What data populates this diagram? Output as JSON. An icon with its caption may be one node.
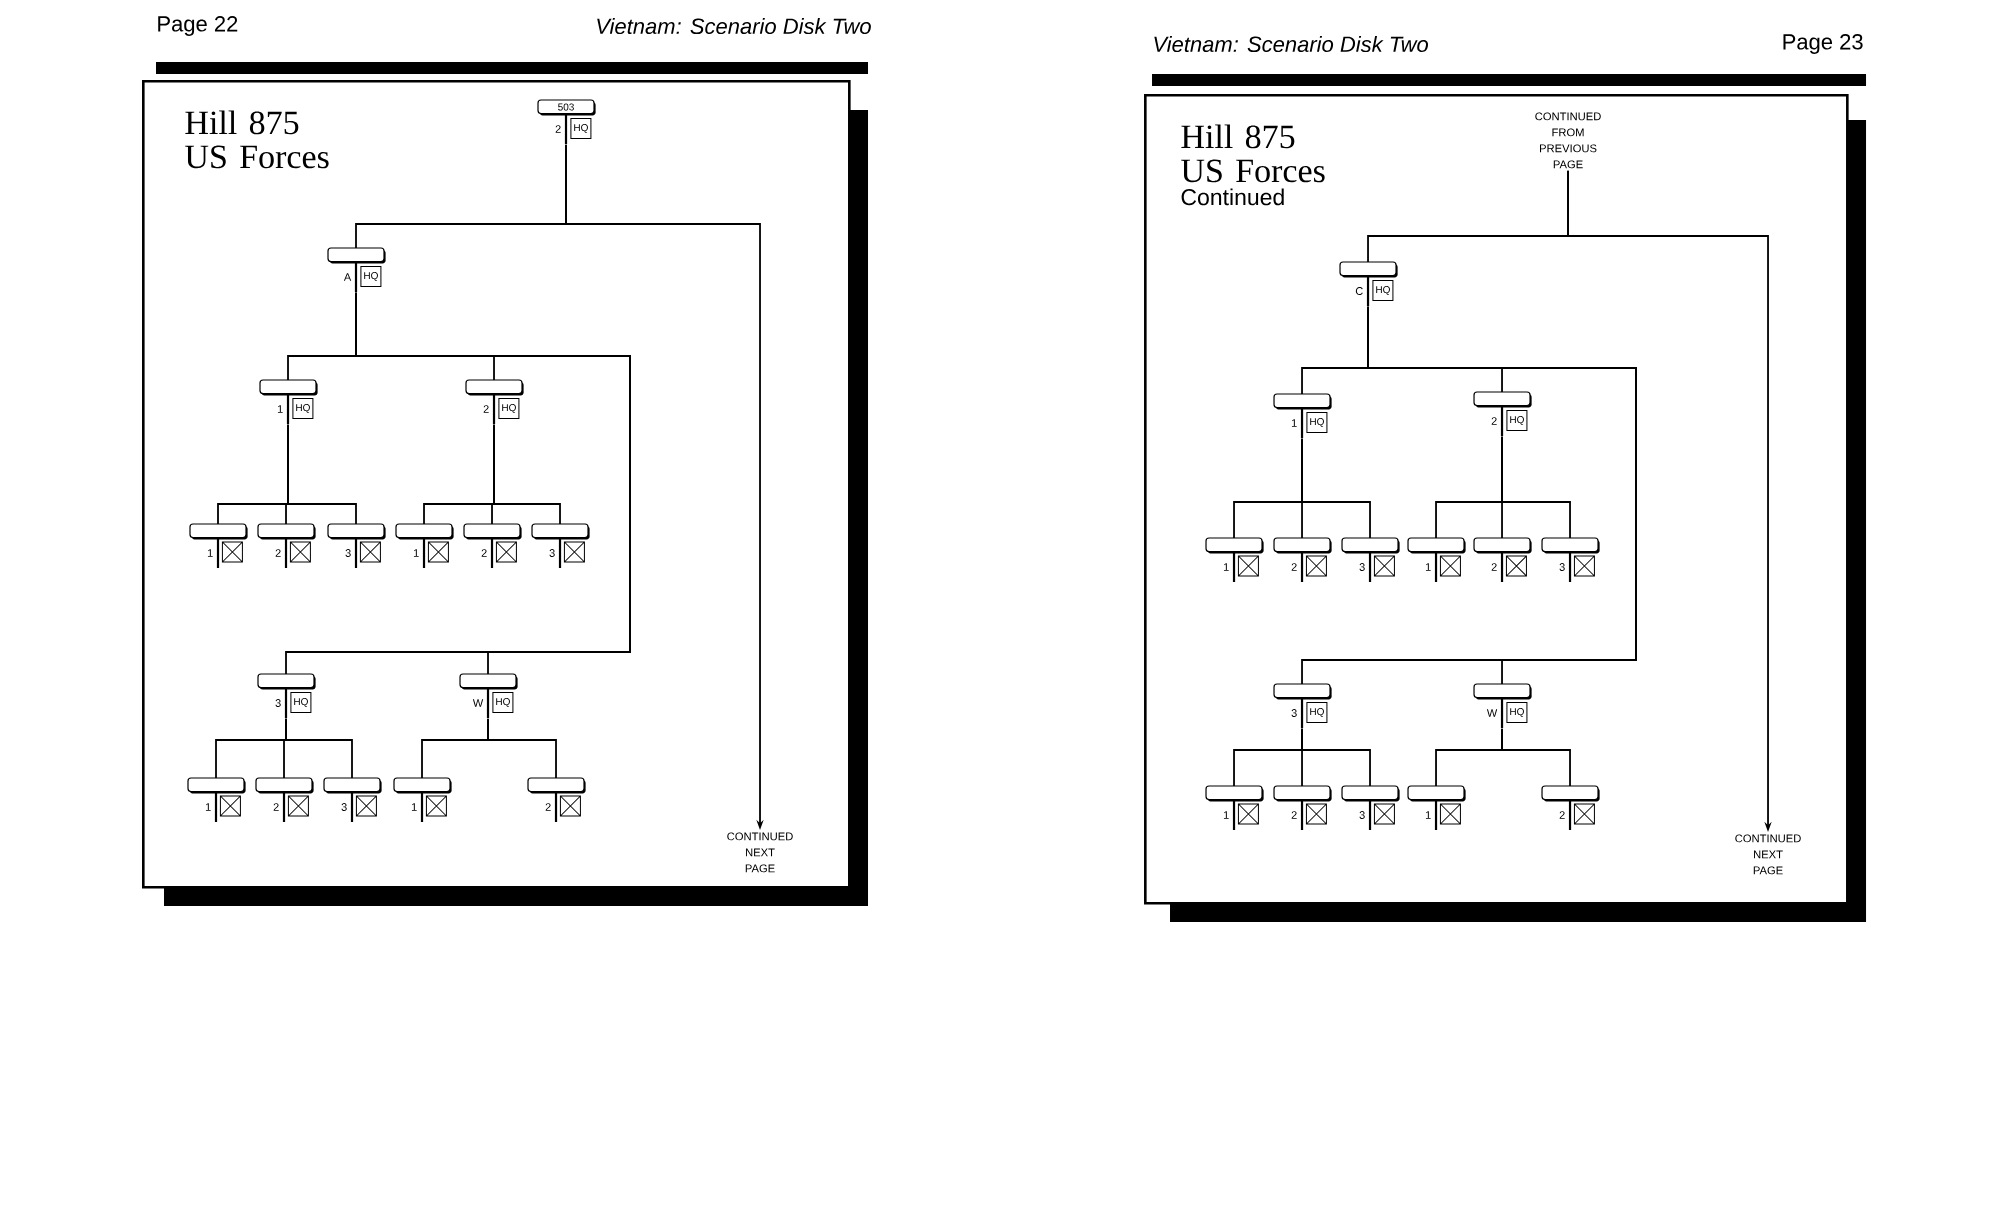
{
  "diagram": {
    "nodes": [
      {
        "text": [
          "Hill 875 US Forces"
        ]
      },
      {
        "text": [
          "503",
          "2",
          "HQ"
        ],
        "in": 0
      },
      {
        "text": [
          "A",
          "HQ"
        ],
        "in": 0
      },
      {
        "text": [
          "1",
          "HQ"
        ],
        "in": 0
      },
      {
        "text": [
          "2",
          "HQ"
        ],
        "in": 0
      },
      {
        "text": [
          "1"
        ],
        "in": 0
      },
      {
        "text": [
          "2"
        ],
        "in": 0
      },
      {
        "text": [
          "3"
        ],
        "in": 0
      },
      {
        "text": [
          "1"
        ],
        "in": 0
      },
      {
        "text": [
          "2"
        ],
        "in": 0
      },
      {
        "text": [
          "3"
        ],
        "in": 0
      },
      {
        "text": [
          "3",
          "HQ"
        ],
        "in": 0
      },
      {
        "text": [
          "W",
          "HQ"
        ],
        "in": 0
      },
      {
        "text": [
          "1"
        ],
        "in": 0
      },
      {
        "text": [
          "2"
        ],
        "in": 0
      },
      {
        "text": [
          "3"
        ],
        "in": 0
      },
      {
        "text": [
          "1"
        ],
        "in": 0
      },
      {
        "text": [
          "2"
        ],
        "in": 0
      },
      {
        "text": [
          "CONTINUED NEXT PAGE"
        ],
        "in": 0
      },
      {
        "text": [
          "Hill 875 US Forces",
          "Continued"
        ]
      },
      {
        "text": [
          "CONTINUED FROM PREVIOUS PAGE"
        ],
        "in": 19
      },
      {
        "text": [
          "C",
          "HQ"
        ],
        "in": 19
      },
      {
        "text": [
          "1",
          "HQ"
        ],
        "in": 19
      },
      {
        "text": [
          "2",
          "HQ"
        ],
        "in": 19
      },
      {
        "text": [
          "1"
        ],
        "in": 19
      },
      {
        "text": [
          "2"
        ],
        "in": 19
      },
      {
        "text": [
          "3"
        ],
        "in": 19
      },
      {
        "text": [
          "1"
        ],
        "in": 19
      },
      {
        "text": [
          "2"
        ],
        "in": 19
      },
      {
        "text": [
          "3"
        ],
        "in": 19
      },
      {
        "text": [
          "3",
          "HQ"
        ],
        "in": 19
      },
      {
        "text": [
          "W",
          "HQ"
        ],
        "in": 19
      },
      {
        "text": [
          "1"
        ],
        "in": 19
      },
      {
        "text": [
          "2"
        ],
        "in": 19
      },
      {
        "text": [
          "3"
        ],
        "in": 19
      },
      {
        "text": [
          "1"
        ],
        "in": 19
      },
      {
        "text": [
          "2"
        ],
        "in": 19
      },
      {
        "text": [
          "CONTINUED NEXT PAGE"
        ],
        "in": 19
      }
    ],
    "edges": [
      {
        "from": 1,
        "to": 2,
        "arrow": "none"
      },
      {
        "from": 1,
        "to": 18,
        "arrow": "to"
      },
      {
        "from": 2,
        "to": 3,
        "arrow": "none"
      },
      {
        "from": 2,
        "to": 4,
        "arrow": "none"
      },
      {
        "from": 2,
        "to": 11,
        "arrow": "none"
      },
      {
        "from": 2,
        "to": 12,
        "arrow": "none"
      },
      {
        "from": 3,
        "to": 5,
        "arrow": "none"
      },
      {
        "from": 3,
        "to": 6,
        "arrow": "none"
      },
      {
        "from": 3,
        "to": 7,
        "arrow": "none"
      },
      {
        "from": 4,
        "to": 8,
        "arrow": "none"
      },
      {
        "from": 4,
        "to": 9,
        "arrow": "none"
      },
      {
        "from": 4,
        "to": 10,
        "arrow": "none"
      },
      {
        "from": 11,
        "to": 13,
        "arrow": "none"
      },
      {
        "from": 11,
        "to": 14,
        "arrow": "none"
      },
      {
        "from": 11,
        "to": 15,
        "arrow": "none"
      },
      {
        "from": 12,
        "to": 16,
        "arrow": "none"
      },
      {
        "from": 12,
        "to": 17,
        "arrow": "none"
      },
      {
        "from": 20,
        "to": 21,
        "arrow": "none"
      },
      {
        "from": 20,
        "to": 37,
        "arrow": "to"
      },
      {
        "from": 21,
        "to": 22,
        "arrow": "none"
      },
      {
        "from": 21,
        "to": 23,
        "arrow": "none"
      },
      {
        "from": 21,
        "to": 30,
        "arrow": "none"
      },
      {
        "from": 21,
        "to": 31,
        "arrow": "none"
      },
      {
        "from": 22,
        "to": 24,
        "arrow": "none"
      },
      {
        "from": 22,
        "to": 25,
        "arrow": "none"
      },
      {
        "from": 22,
        "to": 26,
        "arrow": "none"
      },
      {
        "from": 23,
        "to": 27,
        "arrow": "none"
      },
      {
        "from": 23,
        "to": 28,
        "arrow": "none"
      },
      {
        "from": 23,
        "to": 29,
        "arrow": "none"
      },
      {
        "from": 30,
        "to": 32,
        "arrow": "none"
      },
      {
        "from": 30,
        "to": 33,
        "arrow": "none"
      },
      {
        "from": 30,
        "to": 34,
        "arrow": "none"
      },
      {
        "from": 31,
        "to": 35,
        "arrow": "none"
      },
      {
        "from": 31,
        "to": 36,
        "arrow": "none"
      }
    ],
    "labels": [
      "Page 22",
      "Vietnam: Scenario Disk Two",
      "Vietnam: Scenario Disk Two",
      "Page 23"
    ]
  }
}
